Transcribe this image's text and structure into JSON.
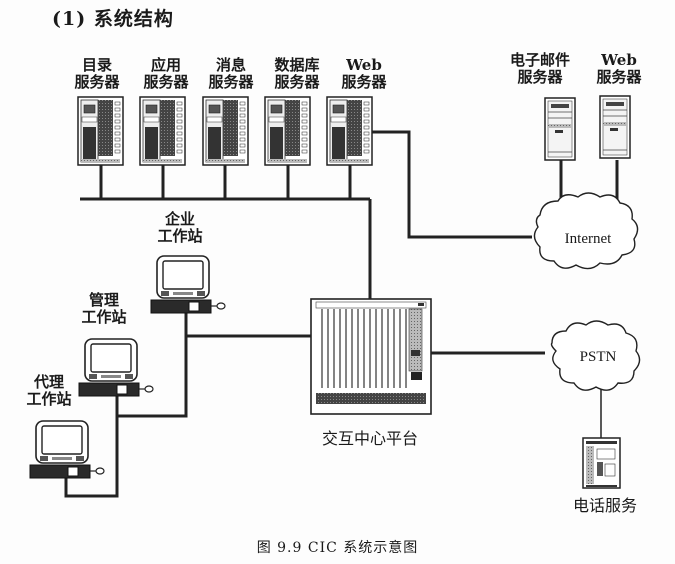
{
  "section_title": "(1) 系统结构",
  "caption": "图 9.9   CIC 系统示意图",
  "servers": [
    {
      "id": "directory",
      "line1": "目录",
      "line2": "服务器"
    },
    {
      "id": "application",
      "line1": "应用",
      "line2": "服务器"
    },
    {
      "id": "message",
      "line1": "消息",
      "line2": "服务器"
    },
    {
      "id": "database",
      "line1": "数据库",
      "line2": "服务器"
    },
    {
      "id": "web",
      "line1": "Web",
      "line2": "服务器"
    }
  ],
  "internet_servers": [
    {
      "id": "email",
      "line1": "电子邮件",
      "line2": "服务器"
    },
    {
      "id": "web-external",
      "line1": "Web",
      "line2": "服务器"
    }
  ],
  "workstations": [
    {
      "id": "enterprise",
      "line1": "企业",
      "line2": "工作站"
    },
    {
      "id": "management",
      "line1": "管理",
      "line2": "工作站"
    },
    {
      "id": "agent",
      "line1": "代理",
      "line2": "工作站"
    }
  ],
  "clouds": {
    "internet": "Internet",
    "pstn": "PSTN"
  },
  "platform_label": "交互中心平台",
  "phone_service_label": "电话服务"
}
